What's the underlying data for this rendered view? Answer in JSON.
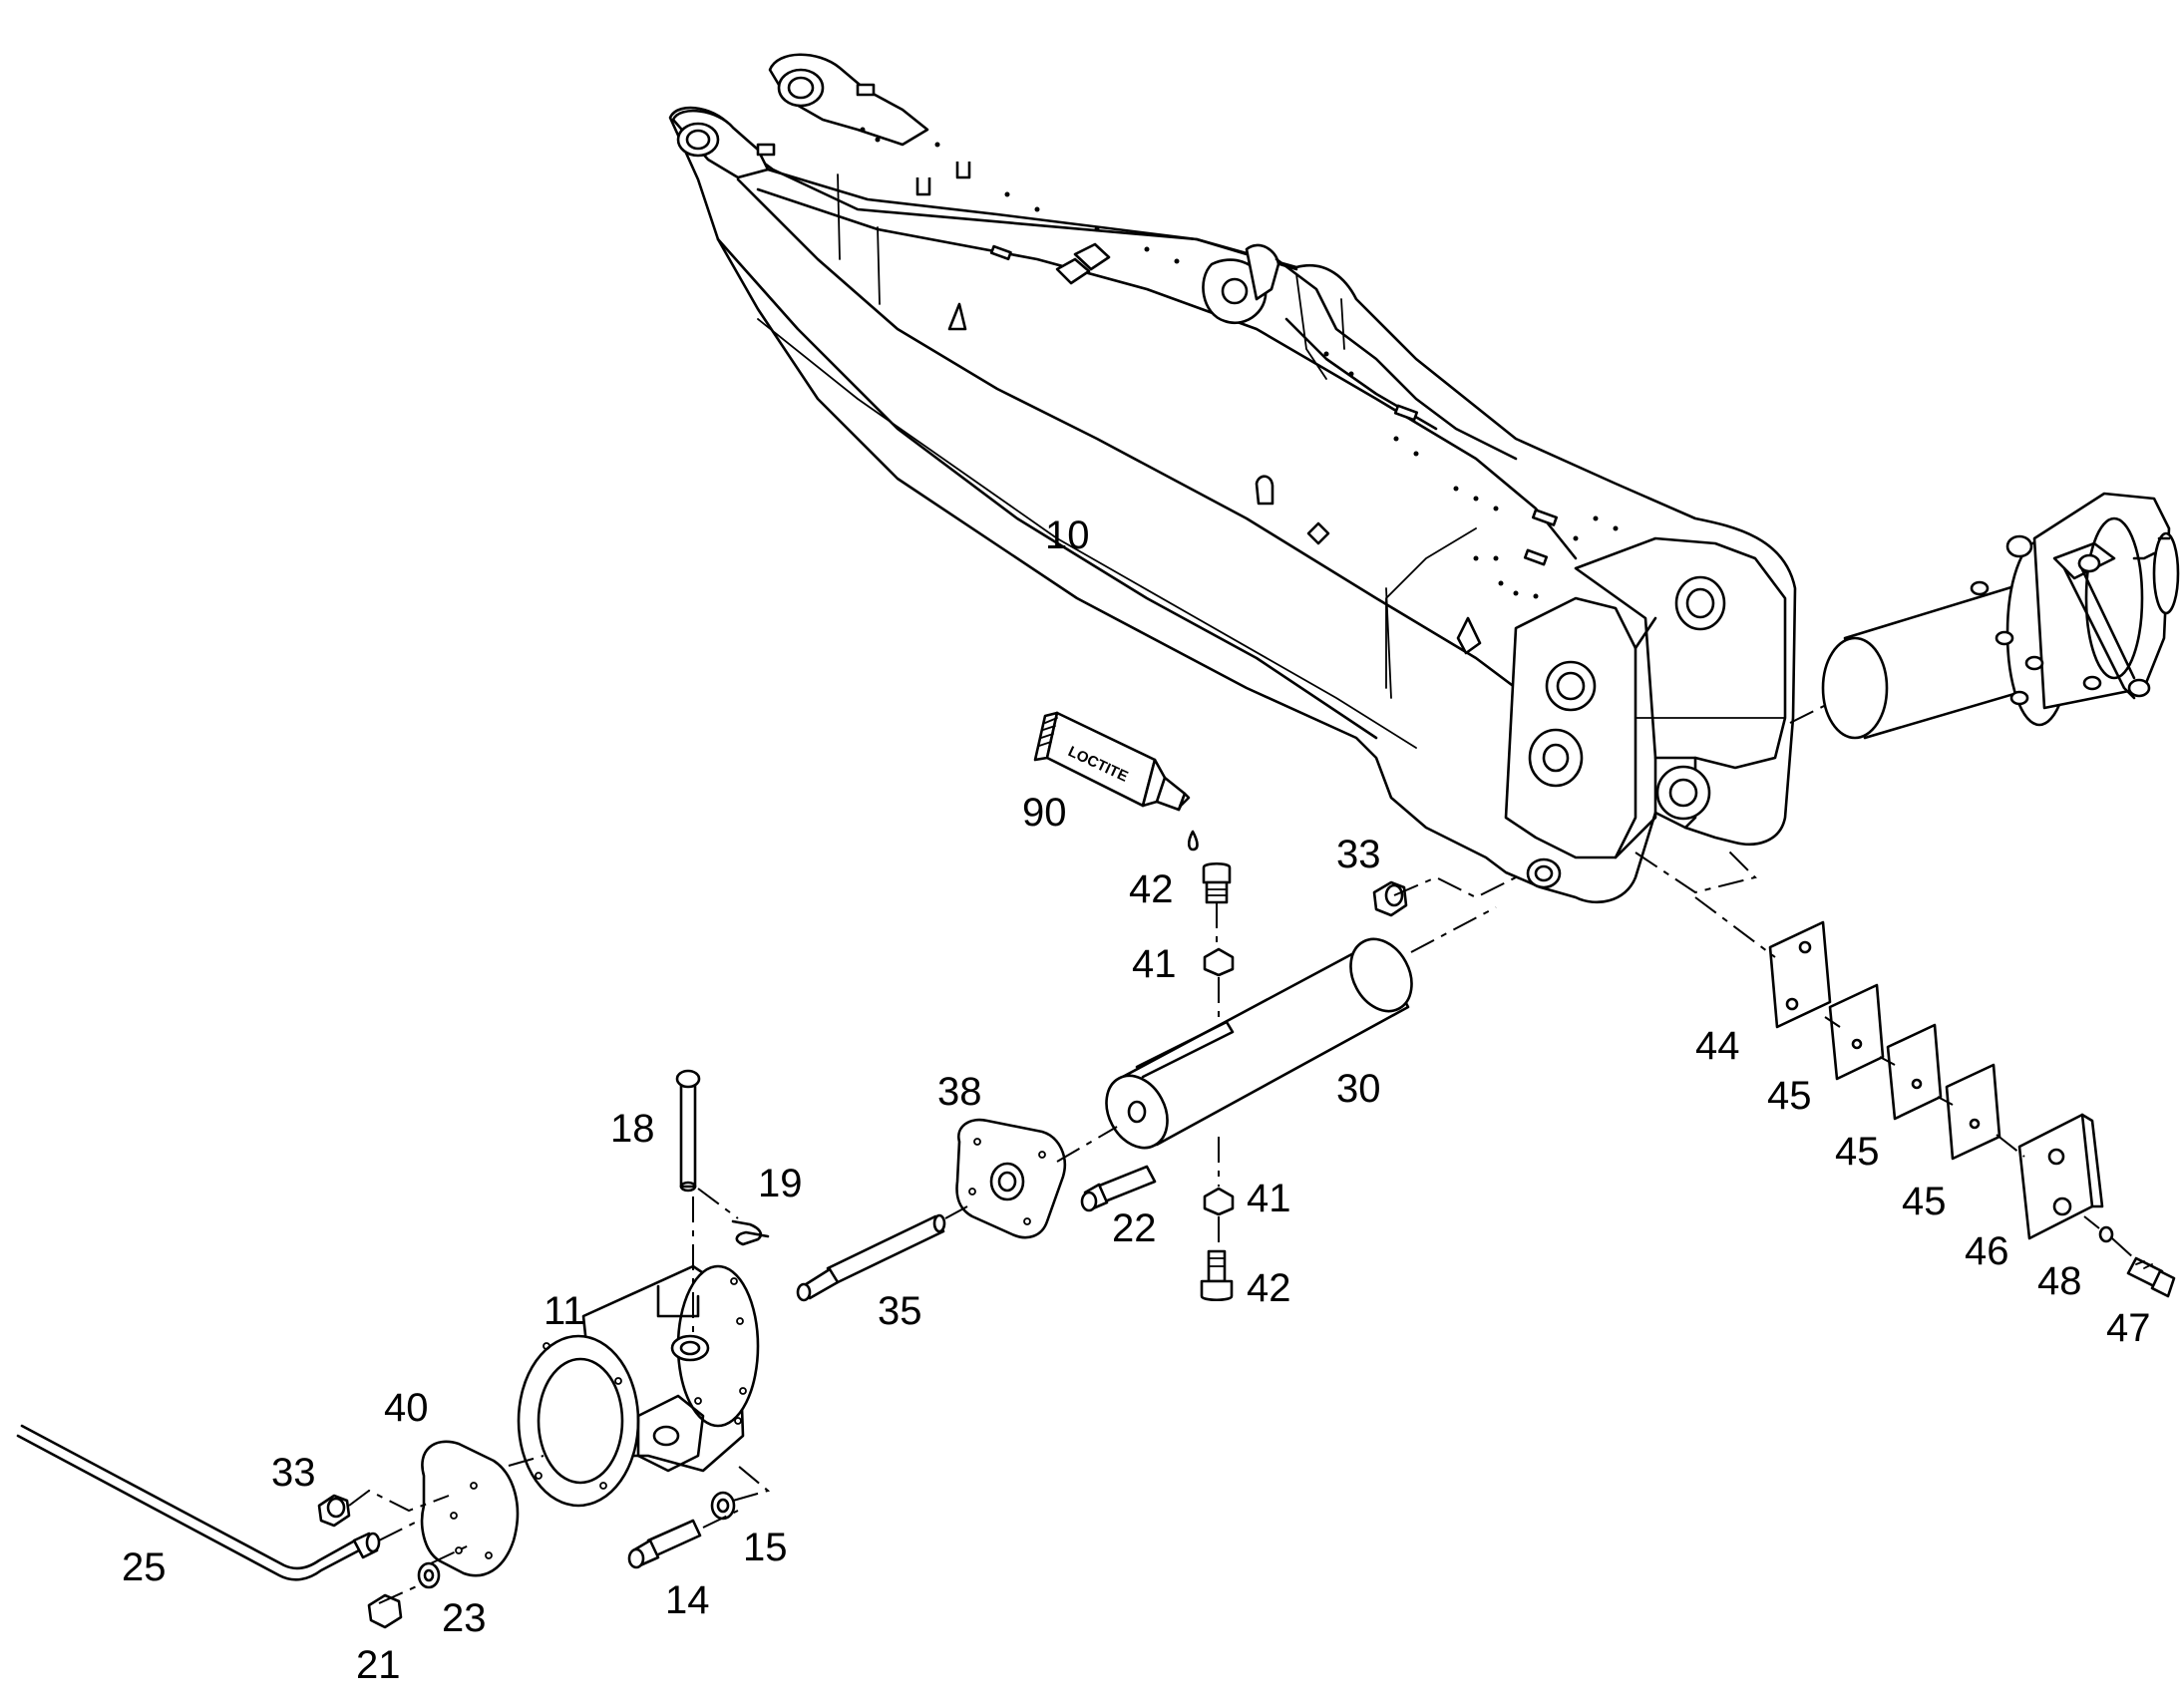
{
  "callouts": [
    {
      "id": "c10",
      "label": "10"
    },
    {
      "id": "c90",
      "label": "90"
    },
    {
      "id": "c33a",
      "label": "33"
    },
    {
      "id": "c42a",
      "label": "42"
    },
    {
      "id": "c41a",
      "label": "41"
    },
    {
      "id": "c30",
      "label": "30"
    },
    {
      "id": "c38",
      "label": "38"
    },
    {
      "id": "c18",
      "label": "18"
    },
    {
      "id": "c19",
      "label": "19"
    },
    {
      "id": "c22",
      "label": "22"
    },
    {
      "id": "c41b",
      "label": "41"
    },
    {
      "id": "c42b",
      "label": "42"
    },
    {
      "id": "c11",
      "label": "11"
    },
    {
      "id": "c35",
      "label": "35"
    },
    {
      "id": "c40",
      "label": "40"
    },
    {
      "id": "c33b",
      "label": "33"
    },
    {
      "id": "c25",
      "label": "25"
    },
    {
      "id": "c23",
      "label": "23"
    },
    {
      "id": "c21",
      "label": "21"
    },
    {
      "id": "c14",
      "label": "14"
    },
    {
      "id": "c15",
      "label": "15"
    },
    {
      "id": "c44",
      "label": "44"
    },
    {
      "id": "c45a",
      "label": "45"
    },
    {
      "id": "c45b",
      "label": "45"
    },
    {
      "id": "c45c",
      "label": "45"
    },
    {
      "id": "c46",
      "label": "46"
    },
    {
      "id": "c48",
      "label": "48"
    },
    {
      "id": "c47",
      "label": "47"
    }
  ],
  "tube_label": "LOCTITE",
  "colors": {
    "line": "#000000",
    "background": "#ffffff"
  }
}
